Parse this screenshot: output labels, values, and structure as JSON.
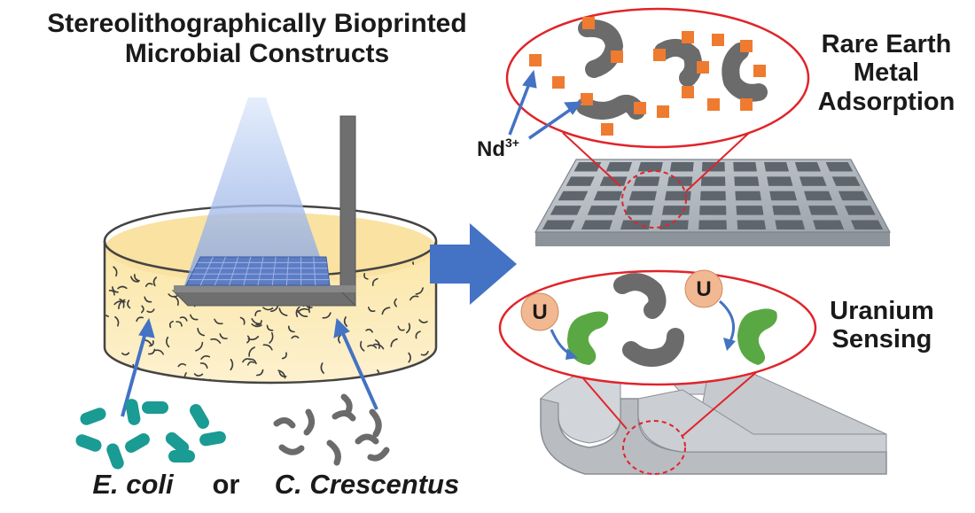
{
  "title": {
    "line1": "Stereolithographically Bioprinted",
    "line2": "Microbial Constructs"
  },
  "labels": {
    "rare_earth": [
      "Rare Earth",
      "Metal",
      "Adsorption"
    ],
    "uranium": [
      "Uranium",
      "Sensing"
    ],
    "nd_ion": "Nd",
    "nd_charge": "3+",
    "uranium_symbol": "U"
  },
  "species": {
    "ecoli": "E. coli",
    "or": "or",
    "crescentus": "C. Crescentus"
  },
  "colors": {
    "arrow_blue": "#4472c4",
    "ellipse_red": "#e0242a",
    "nd_orange": "#ee7b30",
    "bacteria_gray": "#6b6b6b",
    "ecoli_teal": "#1a9b93",
    "sensor_green": "#5aa843",
    "uranium_peach": "#f2b891",
    "medium_yellow": "#fbe9b2",
    "grid_gray": "#a9b0b8"
  }
}
